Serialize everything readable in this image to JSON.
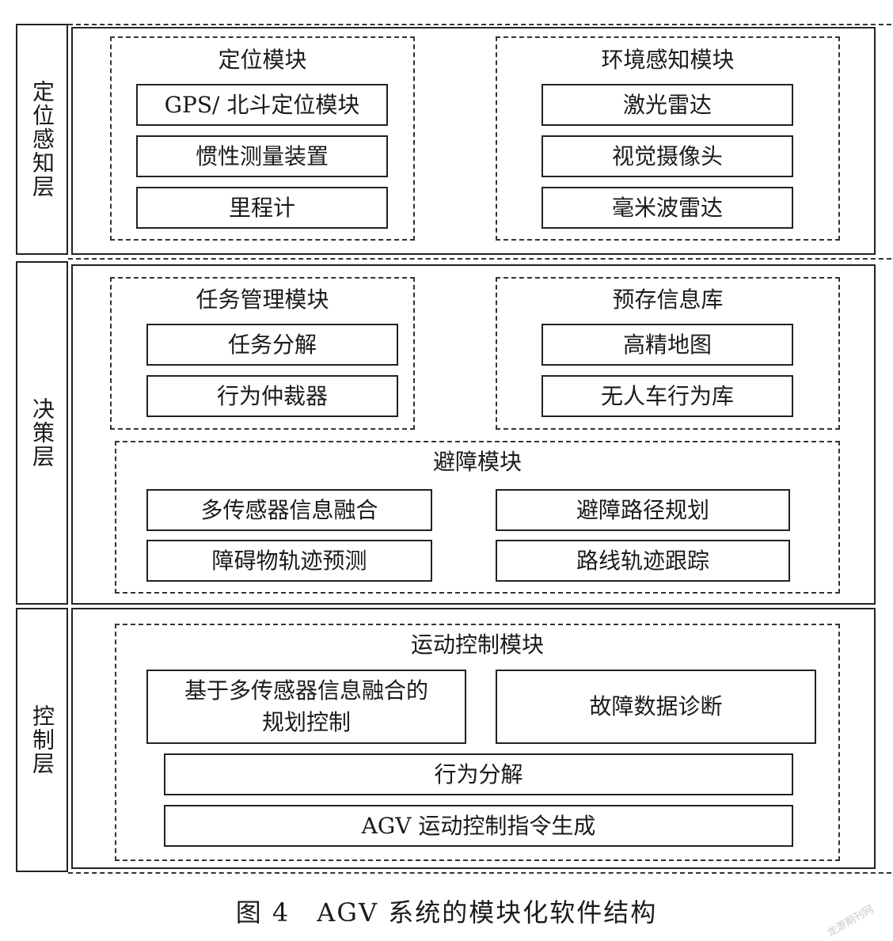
{
  "layers": {
    "perception": {
      "label": "定位感知层",
      "positioning": {
        "title": "定位模块",
        "items": [
          "GPS/ 北斗定位模块",
          "惯性测量装置",
          "里程计"
        ]
      },
      "environment": {
        "title": "环境感知模块",
        "items": [
          "激光雷达",
          "视觉摄像头",
          "毫米波雷达"
        ]
      }
    },
    "decision": {
      "label": "决策层",
      "task": {
        "title": "任务管理模块",
        "items": [
          "任务分解",
          "行为仲裁器"
        ]
      },
      "storage": {
        "title": "预存信息库",
        "items": [
          "高精地图",
          "无人车行为库"
        ]
      },
      "avoidance": {
        "title": "避障模块",
        "items": [
          "多传感器信息融合",
          "避障路径规划",
          "障碍物轨迹预测",
          "路线轨迹跟踪"
        ]
      }
    },
    "control": {
      "label": "控制层",
      "motion": {
        "title": "运动控制模块",
        "items": [
          "基于多传感器信息融合的",
          "规划控制",
          "故障数据诊断",
          "行为分解",
          "AGV 运动控制指令生成"
        ]
      }
    }
  },
  "caption": "图 4　AGV 系统的模块化软件结构",
  "watermark": "龙源期刊网"
}
